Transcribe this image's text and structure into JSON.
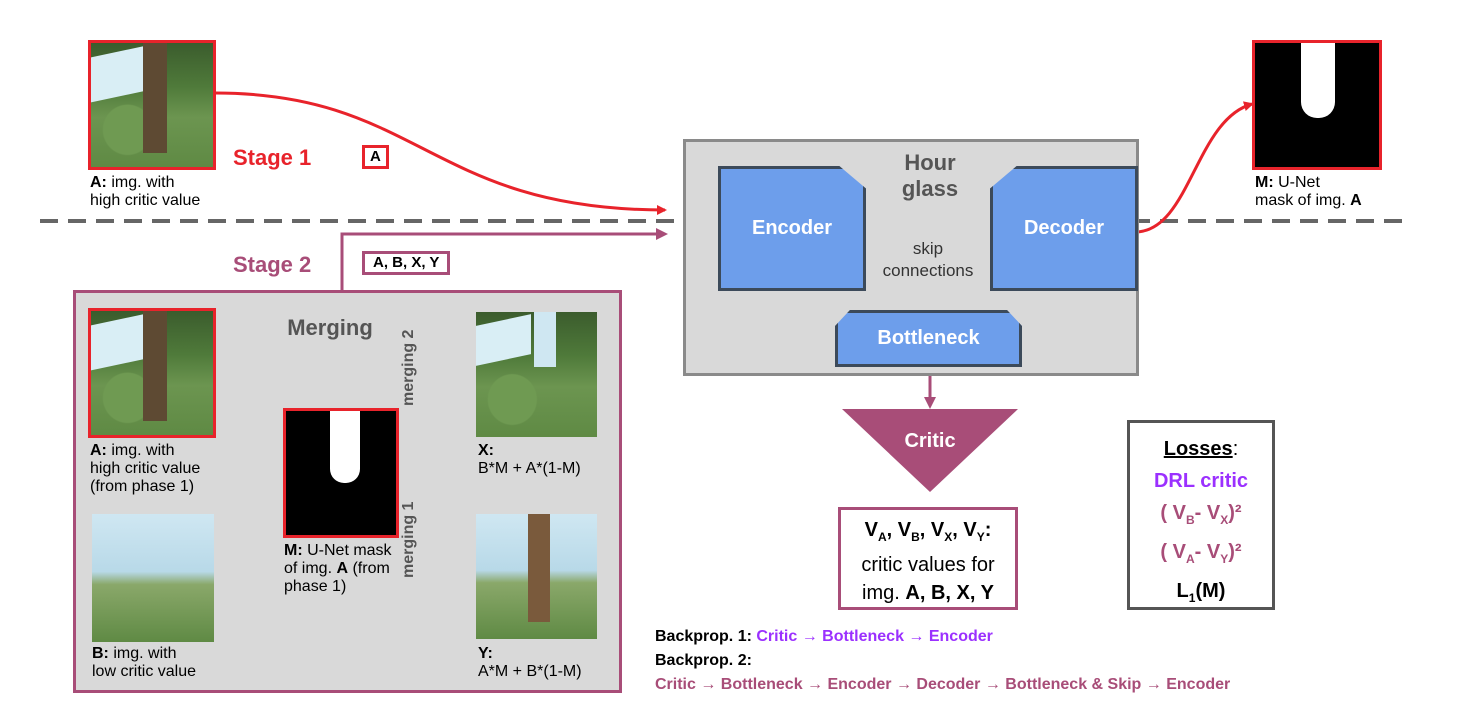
{
  "stage1": {
    "label": "Stage 1",
    "tag": "A"
  },
  "stage2": {
    "label": "Stage 2",
    "tag": "A, B, X, Y"
  },
  "top_left_caption": {
    "bold": "A:",
    "line1": " img. with",
    "line2": "high critic value"
  },
  "top_right_caption": {
    "bold": "M:",
    "line1": " U-Net",
    "line2": "mask of img. ",
    "line2_bold": "A"
  },
  "hourglass": {
    "title_line1": "Hour",
    "title_line2": "glass",
    "encoder": "Encoder",
    "decoder": "Decoder",
    "bottleneck": "Bottleneck",
    "skip_line1": "skip",
    "skip_line2": "connections"
  },
  "merging": {
    "title": "Merging",
    "a_caption": {
      "bold": "A:",
      "line1": " img. with",
      "line2": "high critic value",
      "line3": "(from phase 1)"
    },
    "b_caption": {
      "bold": "B:",
      "line1": " img. with",
      "line2": "low critic value"
    },
    "m_caption": {
      "bold": "M:",
      "line1": " U-Net mask",
      "line2a": "of img. ",
      "line2b": "A",
      "line2c": " (from",
      "line3": "phase 1)"
    },
    "x_caption": {
      "bold": "X:",
      "formula": "B*M + A*(1-M)"
    },
    "y_caption": {
      "bold": "Y:",
      "formula": "A*M + B*(1-M)"
    },
    "merging1": "merging 1",
    "merging2": "merging 2"
  },
  "critic": {
    "label": "Critic"
  },
  "critic_values": {
    "line1": "V",
    "subs": [
      "A",
      "B",
      "X",
      "Y"
    ],
    "line2": "critic values for",
    "line3a": "img. ",
    "line3b": "A, B, X, Y"
  },
  "losses": {
    "title": "Losses",
    "colon": ":",
    "drl": "DRL critic",
    "term1_v1": "B",
    "term1_v2": "X",
    "term2_v1": "A",
    "term2_v2": "Y",
    "l1_main": "L",
    "l1_sub": "1",
    "l1_arg": "(M)"
  },
  "backprop": {
    "bp1_label": "Backprop. 1:",
    "bp1_path": "Critic → Bottleneck → Encoder",
    "bp2_label": "Backprop. 2:",
    "bp2_path": "Critic → Bottleneck → Encoder → Decoder → Bottleneck & Skip → Encoder"
  },
  "colors": {
    "red": "#e8232b",
    "mauve": "#a84d78",
    "purple": "#9b30ff",
    "blue": "#6d9eeb",
    "gray_bg": "#d9d9d9"
  }
}
